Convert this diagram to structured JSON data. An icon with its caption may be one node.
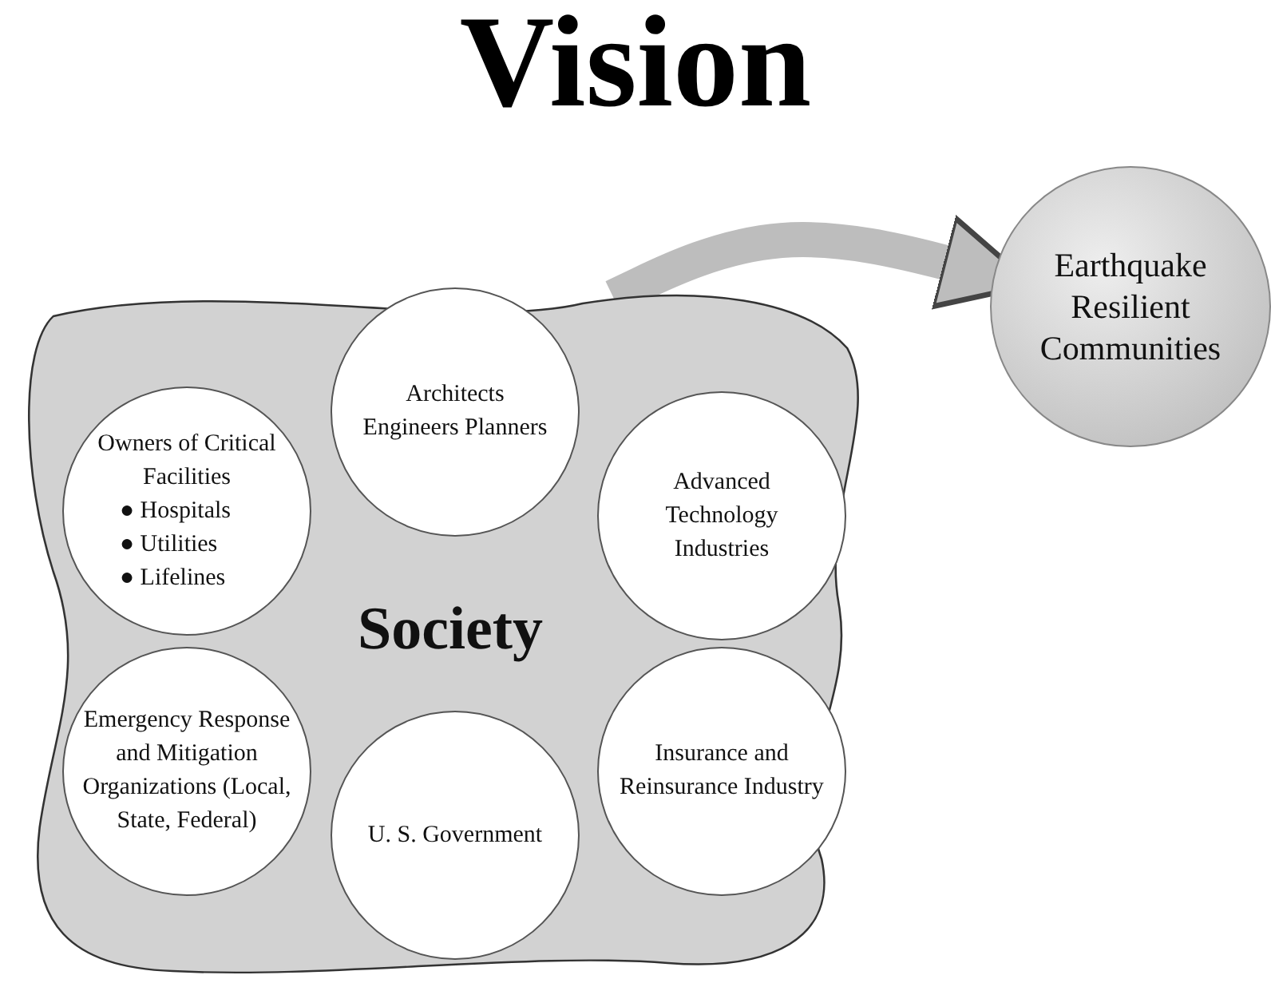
{
  "diagram": {
    "title": "Vision",
    "nodes": [
      {
        "text": [
          "Society"
        ]
      },
      {
        "text": [
          "Owners of Critical Facilities",
          "● Hospitals",
          "● Utilities",
          "● Lifelines"
        ],
        "in": 0
      },
      {
        "text": [
          "Architects Engineers Planners"
        ],
        "in": 0
      },
      {
        "text": [
          "Advanced Technology Industries"
        ],
        "in": 0
      },
      {
        "text": [
          "Emergency Response and Mitigation Organizations (Local, State, Federal)"
        ],
        "in": 0
      },
      {
        "text": [
          "U. S. Government"
        ],
        "in": 0
      },
      {
        "text": [
          "Insurance and Reinsurance Industry"
        ],
        "in": 0
      },
      {
        "text": [
          "Earthquake Resilient Communities"
        ]
      }
    ],
    "edges": [
      {
        "from": 0,
        "to": 7,
        "arrow": "to"
      }
    ]
  }
}
